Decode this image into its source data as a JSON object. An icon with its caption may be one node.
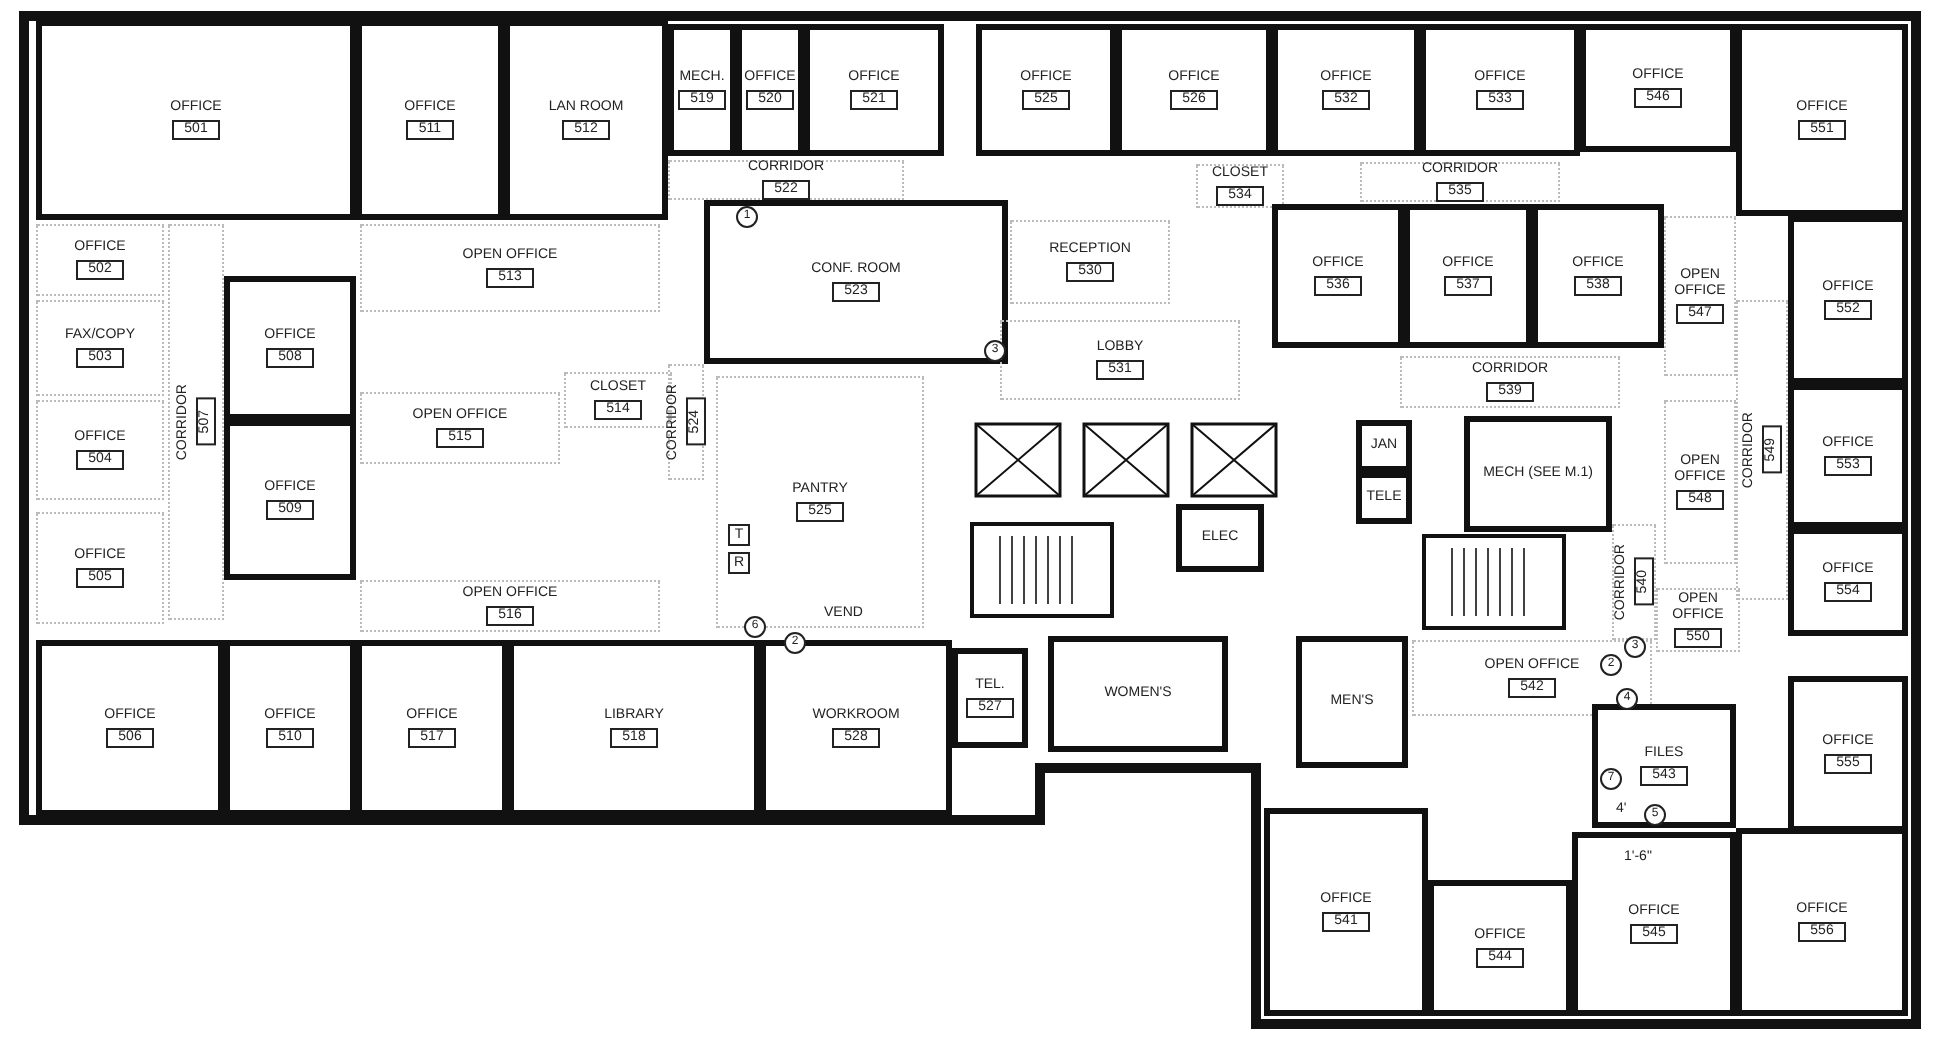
{
  "diagram": {
    "nodes": [
      {
        "text": [
          "OFFICE",
          "501"
        ]
      },
      {
        "text": [
          "OFFICE",
          "511"
        ]
      },
      {
        "text": [
          "LAN ROOM",
          "512"
        ]
      },
      {
        "text": [
          "MECH.",
          "519"
        ]
      },
      {
        "text": [
          "OFFICE",
          "520"
        ]
      },
      {
        "text": [
          "OFFICE",
          "521"
        ]
      },
      {
        "text": [
          "OFFICE",
          "525"
        ]
      },
      {
        "text": [
          "OFFICE",
          "526"
        ]
      },
      {
        "text": [
          "OFFICE",
          "532"
        ]
      },
      {
        "text": [
          "OFFICE",
          "533"
        ]
      },
      {
        "text": [
          "OFFICE",
          "546"
        ]
      },
      {
        "text": [
          "OFFICE",
          "551"
        ]
      },
      {
        "text": [
          "OFFICE",
          "502"
        ]
      },
      {
        "text": [
          "FAX/COPY",
          "503"
        ]
      },
      {
        "text": [
          "OFFICE",
          "504"
        ]
      },
      {
        "text": [
          "OFFICE",
          "505"
        ]
      },
      {
        "text": [
          "CORRIDOR",
          "507"
        ]
      },
      {
        "text": [
          "OFFICE",
          "508"
        ]
      },
      {
        "text": [
          "OFFICE",
          "509"
        ]
      },
      {
        "text": [
          "OPEN OFFICE",
          "513"
        ]
      },
      {
        "text": [
          "OPEN OFFICE",
          "515"
        ]
      },
      {
        "text": [
          "CLOSET",
          "514"
        ]
      },
      {
        "text": [
          "OPEN OFFICE",
          "516"
        ]
      },
      {
        "text": [
          "CORRIDOR",
          "522"
        ]
      },
      {
        "text": [
          "CONF. ROOM",
          "523"
        ]
      },
      {
        "text": [
          "CORRIDOR",
          "524"
        ]
      },
      {
        "text": [
          "PANTRY",
          "525"
        ]
      },
      {
        "text": [
          "RECEPTION",
          "530"
        ]
      },
      {
        "text": [
          "LOBBY",
          "531"
        ]
      },
      {
        "text": [
          "CLOSET",
          "534"
        ]
      },
      {
        "text": [
          "CORRIDOR",
          "535"
        ]
      },
      {
        "text": [
          "OFFICE",
          "536"
        ]
      },
      {
        "text": [
          "OFFICE",
          "537"
        ]
      },
      {
        "text": [
          "OFFICE",
          "538"
        ]
      },
      {
        "text": [
          "OPEN OFFICE",
          "547"
        ]
      },
      {
        "text": [
          "OFFICE",
          "552"
        ]
      },
      {
        "text": [
          "CORRIDOR",
          "539"
        ]
      },
      {
        "text": [
          "JAN"
        ]
      },
      {
        "text": [
          "TELE"
        ]
      },
      {
        "text": [
          "MECH (SEE M.1)"
        ]
      },
      {
        "text": [
          "OPEN OFFICE",
          "548"
        ]
      },
      {
        "text": [
          "CORRIDOR",
          "549"
        ]
      },
      {
        "text": [
          "OFFICE",
          "553"
        ]
      },
      {
        "text": [
          "OFFICE",
          "554"
        ]
      },
      {
        "text": [
          "OPEN OFFICE",
          "550"
        ]
      },
      {
        "text": [
          "CORRIDOR",
          "540"
        ]
      },
      {
        "text": [
          "ELEC"
        ]
      },
      {
        "text": [
          "OPEN OFFICE",
          "542"
        ]
      },
      {
        "text": [
          "FILES",
          "543"
        ]
      },
      {
        "text": [
          "OFFICE",
          "555"
        ]
      },
      {
        "text": [
          "OFFICE",
          "541"
        ]
      },
      {
        "text": [
          "OFFICE",
          "544"
        ]
      },
      {
        "text": [
          "OFFICE",
          "545"
        ]
      },
      {
        "text": [
          "OFFICE",
          "556"
        ]
      },
      {
        "text": [
          "MEN'S"
        ]
      },
      {
        "text": [
          "WOMEN'S"
        ]
      },
      {
        "text": [
          "TEL.",
          "527"
        ]
      },
      {
        "text": [
          "WORKROOM",
          "528"
        ]
      },
      {
        "text": [
          "LIBRARY",
          "518"
        ]
      },
      {
        "text": [
          "OFFICE",
          "517"
        ]
      },
      {
        "text": [
          "OFFICE",
          "510"
        ]
      },
      {
        "text": [
          "OFFICE",
          "506"
        ]
      }
    ],
    "labels": [
      "1",
      "3",
      "T",
      "R",
      "VEND",
      "6",
      "2",
      "3",
      "2",
      "4",
      "7",
      "5",
      "4'",
      "1'-6\""
    ]
  }
}
